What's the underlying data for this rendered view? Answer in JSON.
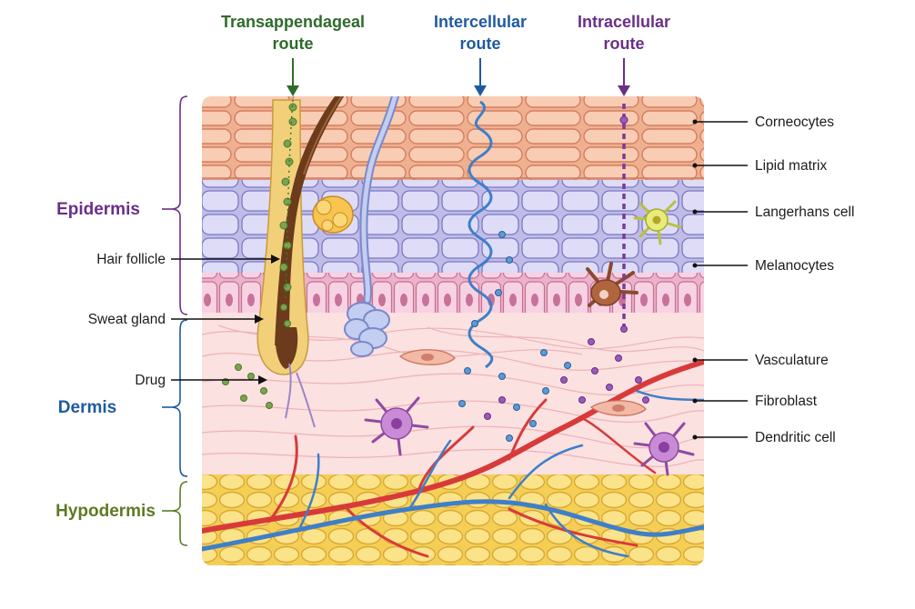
{
  "routes": {
    "transappendageal": {
      "line1": "Transappendageal",
      "line2": "route",
      "color": "#2e6b2a"
    },
    "intercellular": {
      "line1": "Intercellular",
      "line2": "route",
      "color": "#1f5a9e"
    },
    "intracellular": {
      "line1": "Intracellular",
      "line2": "route",
      "color": "#6b2f86"
    }
  },
  "layers": {
    "epidermis": {
      "label": "Epidermis",
      "color": "#6b2f86"
    },
    "dermis": {
      "label": "Dermis",
      "color": "#1f5a9e"
    },
    "hypodermis": {
      "label": "Hypodermis",
      "color": "#5e7a22"
    }
  },
  "left_labels": {
    "hair_follicle": "Hair follicle",
    "sweat_gland": "Sweat gland",
    "drug": "Drug"
  },
  "right_labels": {
    "corneocytes": "Corneocytes",
    "lipid_matrix": "Lipid matrix",
    "langerhans_cell": "Langerhans cell",
    "melanocytes": "Melanocytes",
    "vasculature": "Vasculature",
    "fibroblast": "Fibroblast",
    "dendritic_cell": "Dendritic cell"
  },
  "colors": {
    "stratum_corneum": "#f6c7ae",
    "viable_epidermis": "#d8d6f2",
    "basal_layer": "#f3c9dc",
    "dermis": "#fbe1e0",
    "hypodermis": "#f7da6e",
    "artery": "#d83a3a",
    "vein": "#3f7fc8",
    "hair": "#6b3b1c"
  }
}
